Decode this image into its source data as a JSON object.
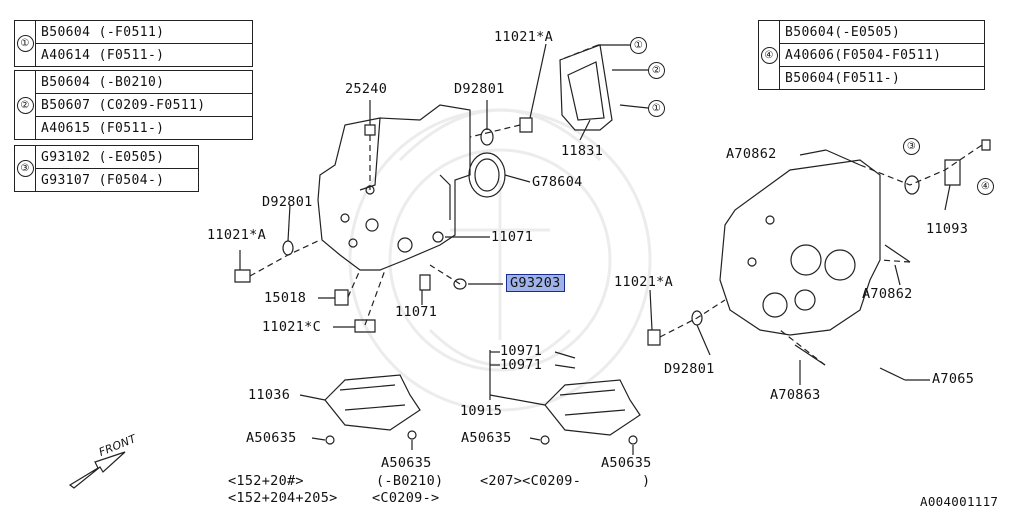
{
  "tables": {
    "t1": {
      "ref": "①",
      "rows": [
        "B50604 (-F0511)",
        "A40614 (F0511-)"
      ]
    },
    "t2": {
      "ref": "②",
      "rows": [
        "B50604 (-B0210)",
        "B50607 (C0209-F0511)",
        "A40615 (F0511-)"
      ]
    },
    "t3": {
      "ref": "③",
      "rows": [
        "G93102 (-E0505)",
        "G93107 (F0504-)"
      ]
    },
    "t4": {
      "ref": "④",
      "rows": [
        "B50604(-E0505)",
        "A40606(F0504-F0511)",
        "B50604(F0511-)"
      ]
    }
  },
  "labels": {
    "p11021a_top": "11021*A",
    "p25240": "25240",
    "pD92801_top": "D92801",
    "p11831": "11831",
    "pG78604": "G78604",
    "pD92801_left": "D92801",
    "p11021a_left": "11021*A",
    "p11071_a": "11071",
    "pG93203": "G93203",
    "p15018": "15018",
    "p11071_b": "11071",
    "p11021c": "11021*C",
    "pA70862_top": "A70862",
    "p11093": "11093",
    "pA70862_mid": "A70862",
    "p11021a_right": "11021*A",
    "pD92801_right": "D92801",
    "pA7065": "A7065",
    "pA70863": "A70863",
    "p10971_a": "10971",
    "p10971_b": "10971",
    "p10915": "10915",
    "p11036": "11036",
    "pA50635_1": "A50635",
    "pA50635_2": "A50635",
    "pA50635_3": "A50635",
    "pA50635_4": "A50635",
    "c1_a": "①",
    "c2": "②",
    "c1_b": "①",
    "c3": "③",
    "c4": "④"
  },
  "notes": {
    "left1": "<152+20#>",
    "left2": "<152+204+205>",
    "mid1": "(-B0210)",
    "mid2": "<C0209->",
    "right1": "<207><C0209-",
    "right2": ")",
    "front": "FRONT",
    "figure_id": "A004001117"
  }
}
